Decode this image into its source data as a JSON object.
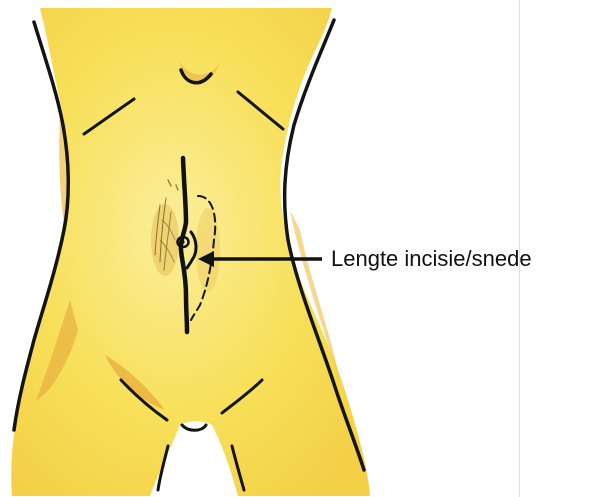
{
  "figure": {
    "annotation_label": "Lengte incisie/snede"
  },
  "colors": {
    "skin": "#f8e05a",
    "skin_light": "#fbee9c",
    "shade": "#e2a93a",
    "ink": "#141414",
    "background": "#ffffff"
  },
  "icons": [
    "torso-illustration",
    "incision-line",
    "navel",
    "arrow-left"
  ]
}
